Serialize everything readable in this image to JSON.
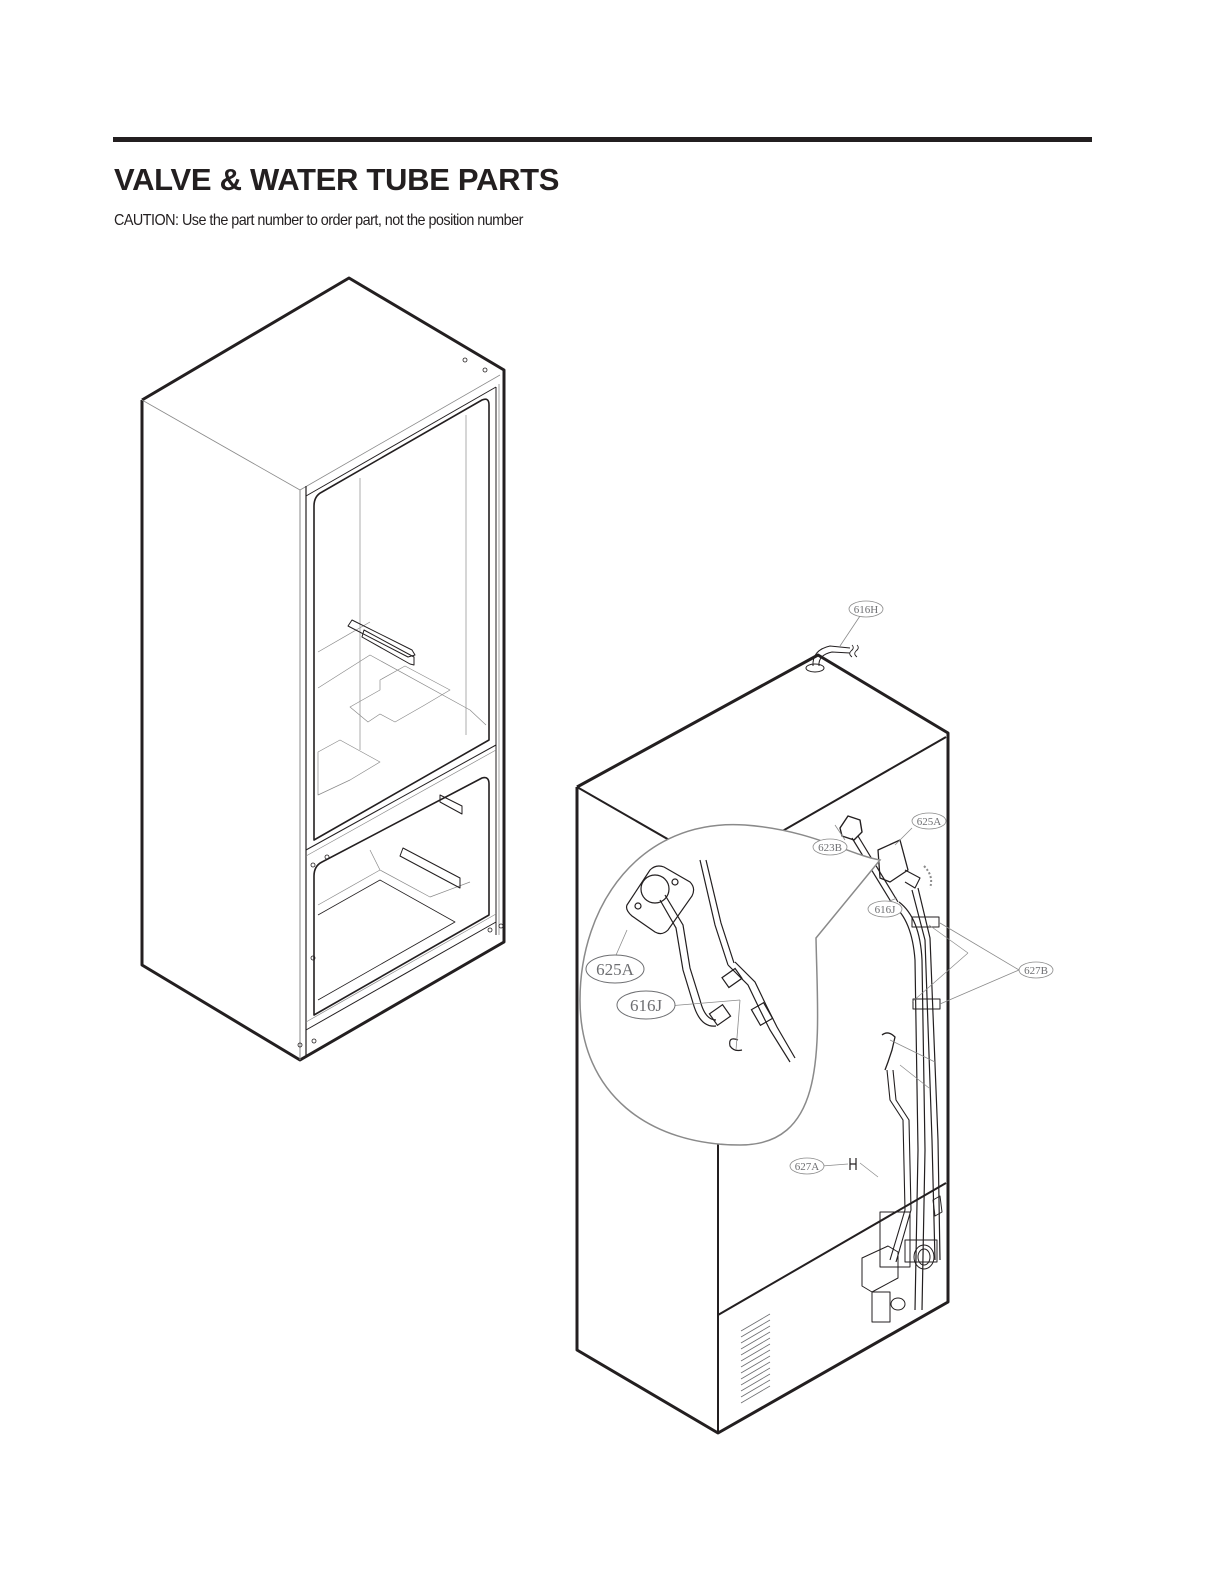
{
  "header": {
    "title": "VALVE & WATER TUBE PARTS",
    "caution": "CAUTION: Use the part number to order part, not the position number"
  },
  "diagram": {
    "description": "Exploded view of refrigerator cabinet with valve and water tube routing on rear",
    "part_labels": [
      {
        "id": "616H",
        "text": "616H"
      },
      {
        "id": "623B",
        "text": "623B"
      },
      {
        "id": "625A",
        "text": "625A"
      },
      {
        "id": "616J",
        "text": "616J"
      },
      {
        "id": "627B",
        "text": "627B"
      },
      {
        "id": "627A",
        "text": "627A"
      }
    ],
    "detail_callout_labels": [
      {
        "id": "625A",
        "text": "625A"
      },
      {
        "id": "616J",
        "text": "616J"
      }
    ]
  },
  "colors": {
    "ink": "#231f20",
    "label_gray": "#6d6e71",
    "thin_gray": "#9a9a9a"
  }
}
